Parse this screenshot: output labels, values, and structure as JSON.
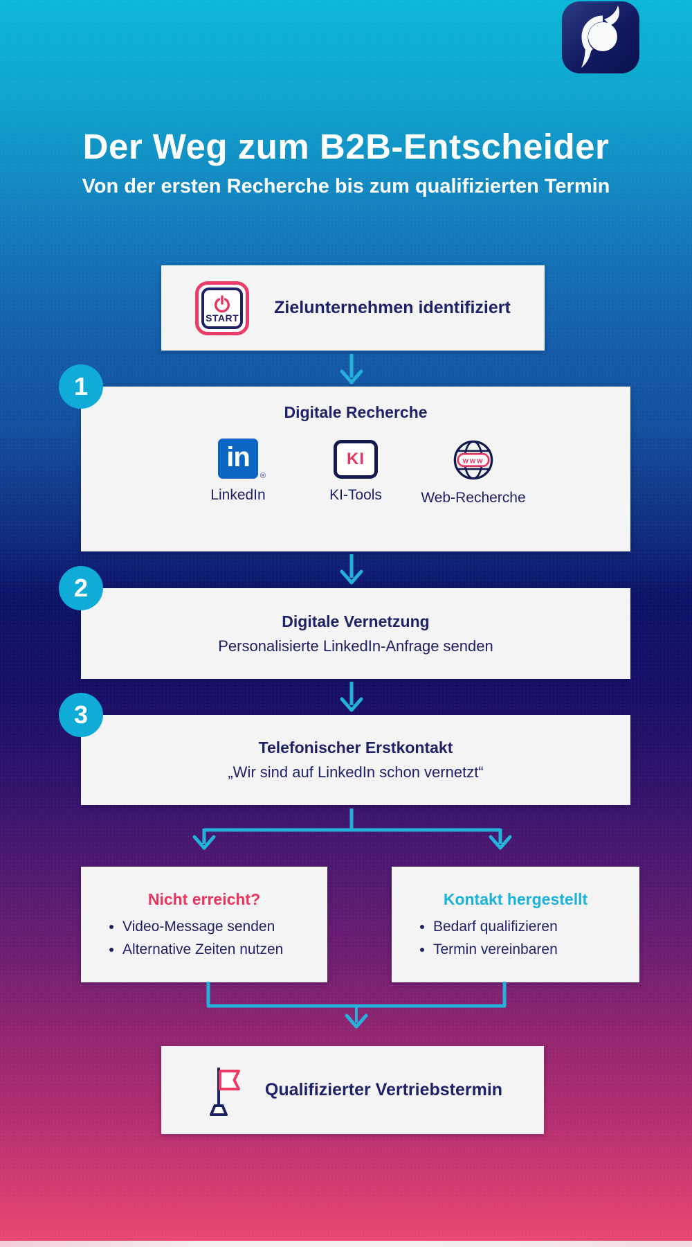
{
  "header": {
    "title": "Der Weg zum B2B-Entscheider",
    "subtitle": "Von der ersten Recherche bis zum qualifizierten Termin"
  },
  "start": {
    "icon_word": "START",
    "label": "Zielunternehmen identifiziert"
  },
  "steps": [
    {
      "number": "1",
      "title": "Digitale Recherche",
      "tools": [
        {
          "icon": "linkedin-icon",
          "glyph": "in",
          "reg_mark": "®",
          "label": "LinkedIn"
        },
        {
          "icon": "ki-badge-icon",
          "glyph": "KI",
          "label": "KI-Tools"
        },
        {
          "icon": "www-globe-icon",
          "glyph": "www",
          "label": "Web-Recherche"
        }
      ]
    },
    {
      "number": "2",
      "title": "Digitale Vernetzung",
      "subtitle": "Personalisierte LinkedIn-Anfrage senden"
    },
    {
      "number": "3",
      "title": "Telefonischer Erstkontakt",
      "subtitle": "„Wir sind auf LinkedIn schon vernetzt“"
    }
  ],
  "branches": {
    "not_reached": {
      "title": "Nicht erreicht?",
      "bullets": [
        "Video-Message senden",
        "Alternative Zeiten nutzen"
      ]
    },
    "contact_made": {
      "title": "Kontakt hergestellt",
      "bullets": [
        "Bedarf qualifizieren",
        "Termin vereinbaren"
      ]
    }
  },
  "end": {
    "label": "Qualifizierter Vertriebstermin"
  },
  "colors": {
    "accent_cyan": "#25b2da",
    "circle_cyan": "#10abd6",
    "accent_pink": "#e8355f",
    "navy": "#1d2166",
    "linkedin_blue": "#0a66c2",
    "box_bg": "#f5f4f5"
  }
}
